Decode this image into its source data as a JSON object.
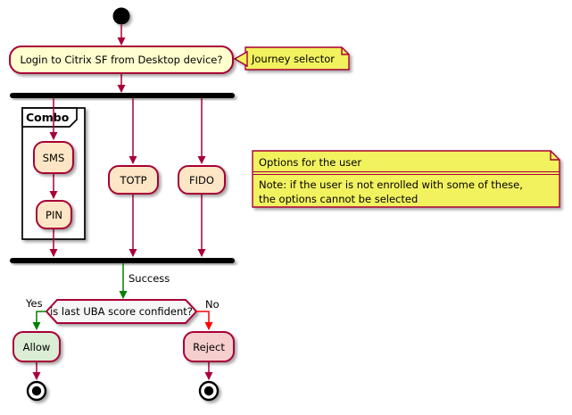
{
  "diagram": {
    "type": "activity-diagram",
    "nodes": {
      "login": {
        "label": "Login to Citrix SF from Desktop device?"
      },
      "sms": {
        "label": "SMS"
      },
      "totp": {
        "label": "TOTP"
      },
      "fido": {
        "label": "FIDO"
      },
      "pin": {
        "label": "PIN"
      },
      "allow": {
        "label": "Allow"
      },
      "reject": {
        "label": "Reject"
      }
    },
    "partition": {
      "label": "Combo"
    },
    "decision": {
      "question": "is last UBA score confident?",
      "yes": "Yes",
      "no": "No"
    },
    "labels": {
      "success": "Success"
    },
    "notes": {
      "journey": {
        "text": "Journey selector"
      },
      "options": {
        "title": "Options for the user",
        "body": "Note: if the user is not enrolled with some of these,\nthe options cannot be selected"
      }
    },
    "colors": {
      "flow_arrow": "#A80036",
      "success_arrow": "#008000",
      "no_arrow": "#FF0000",
      "activity_border": "#A80036",
      "activity_fill": "#FDE6C5",
      "first_activity_fill": "#FEFECE",
      "allow_fill": "#DCEDD5",
      "reject_fill": "#F6CECE",
      "note_fill": "#F2F25E",
      "decision_fill": "#F6F6F6",
      "bar_fill": "#000000"
    }
  }
}
